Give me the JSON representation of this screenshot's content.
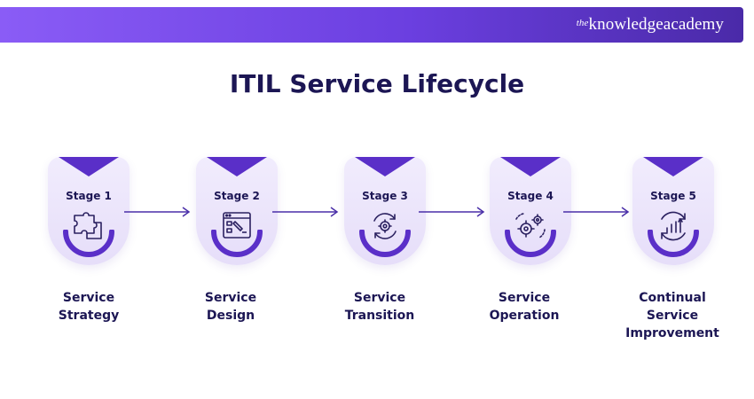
{
  "brand": {
    "prefix": "the",
    "name": "knowledgeacademy"
  },
  "title": "ITIL Service Lifecycle",
  "colors": {
    "banner_start": "#8a5cf6",
    "banner_end": "#4a2aa8",
    "accent": "#5a2fc8",
    "text": "#1c1654",
    "card": "#ece5fb"
  },
  "stages": [
    {
      "label": "Stage 1",
      "name_lines": [
        "Service",
        "Strategy"
      ],
      "icon": "puzzle-icon"
    },
    {
      "label": "Stage 2",
      "name_lines": [
        "Service",
        "Design"
      ],
      "icon": "design-board-icon"
    },
    {
      "label": "Stage 3",
      "name_lines": [
        "Service",
        "Transition"
      ],
      "icon": "cycle-gear-icon"
    },
    {
      "label": "Stage 4",
      "name_lines": [
        "Service",
        "Operation"
      ],
      "icon": "gears-icon"
    },
    {
      "label": "Stage 5",
      "name_lines": [
        "Continual",
        "Service",
        "Improvement"
      ],
      "icon": "growth-chart-icon"
    }
  ]
}
